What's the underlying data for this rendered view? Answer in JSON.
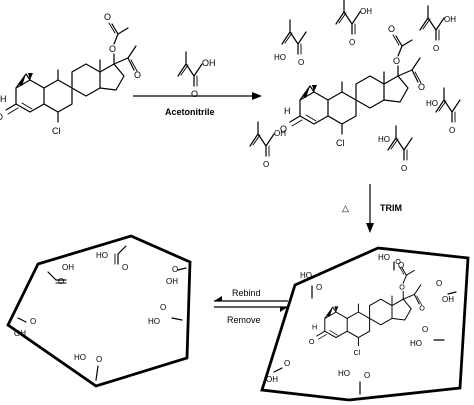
{
  "labels": {
    "acetonitrile": "Acetonitrile",
    "trim": "TRIM",
    "delta": "△",
    "rebind": "Rebind",
    "remove": "Remove"
  },
  "atoms": {
    "o": "O",
    "oh": "OH",
    "ho": "HO",
    "cl": "Cl",
    "h": "H"
  }
}
